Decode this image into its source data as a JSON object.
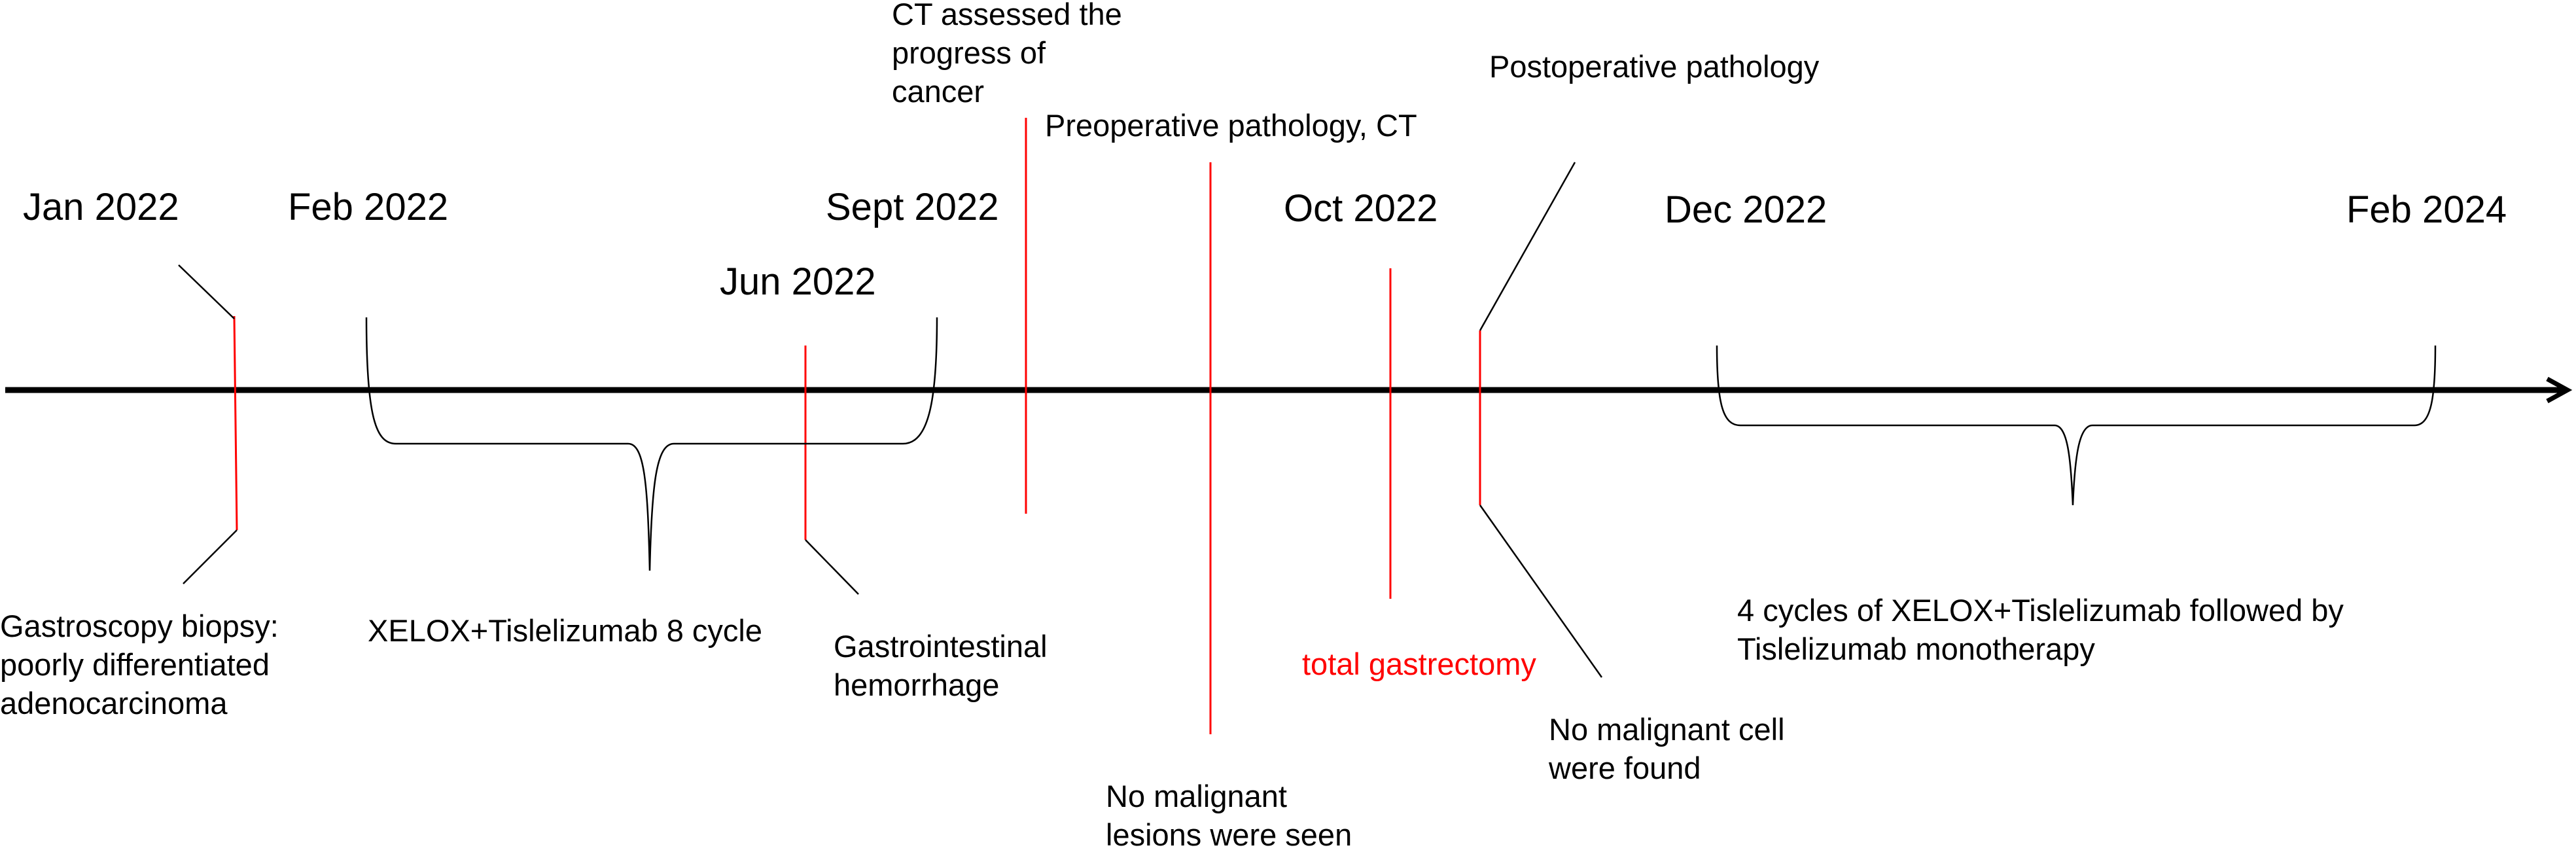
{
  "dates": {
    "jan_2022": "Jan 2022",
    "feb_2022": "Feb 2022",
    "jun_2022": "Jun 2022",
    "sept_2022": "Sept 2022",
    "oct_2022": "Oct 2022",
    "dec_2022": "Dec 2022",
    "feb_2024": "Feb 2024"
  },
  "events": {
    "gastroscopy": "Gastroscopy biopsy:\npoorly differentiated\nadenocarcinoma",
    "xelox_8_cycle": "XELOX+Tislelizumab 8 cycle",
    "hemorrhage": "Gastrointestinal\nhemorrhage",
    "ct_progress": "CT assessed the\nprogress of\ncancer",
    "preop_pathology": "Preoperative pathology, CT",
    "no_malignant_lesions": "No malignant\nlesions were seen",
    "total_gastrectomy": "total gastrectomy",
    "postop_pathology": "Postoperative pathology",
    "no_malignant_cell": "No malignant cell\nwere found",
    "xelox_4_cycles": "4 cycles of XELOX+Tislelizumab followed by\nTislelizumab monotherapy"
  },
  "colors": {
    "axis": "#000000",
    "marker": "#ff0000",
    "highlight_text": "#ff0000"
  }
}
